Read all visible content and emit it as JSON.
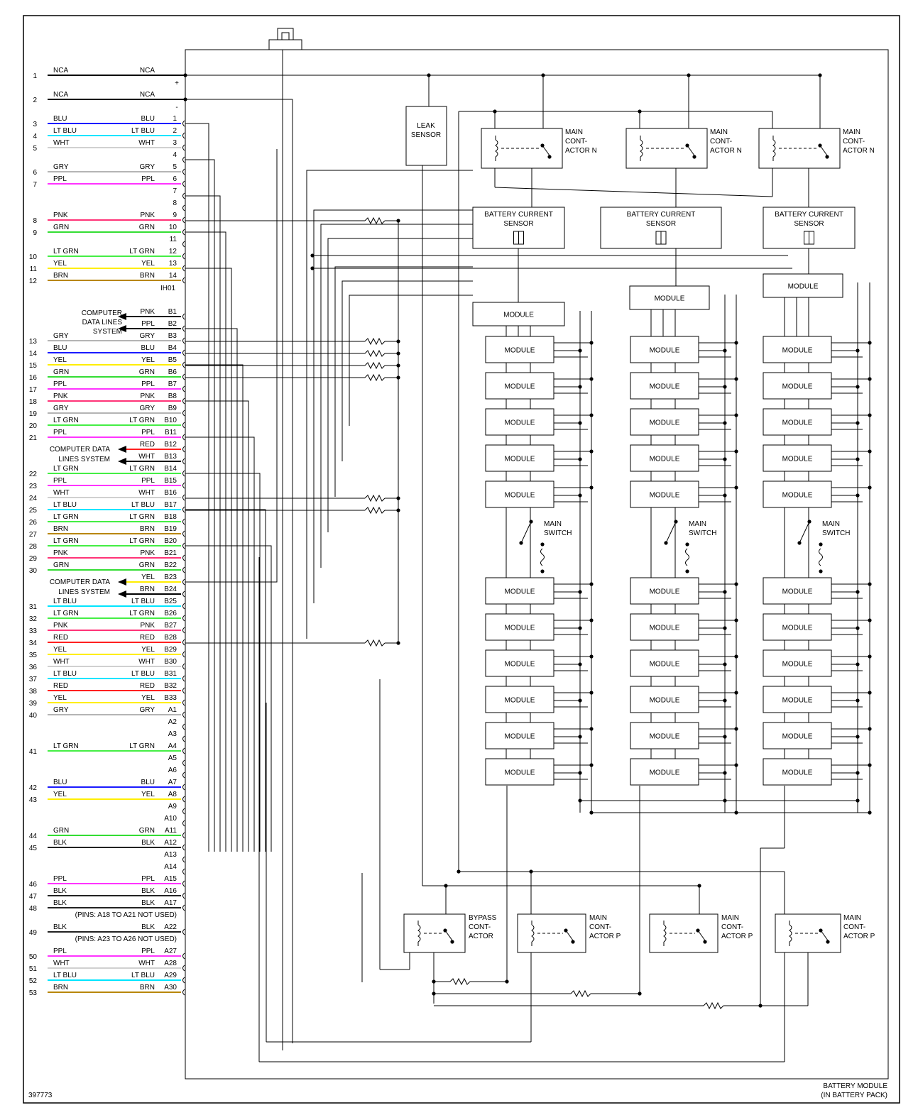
{
  "figure_id": "397773",
  "battery_label": [
    "BATTERY MODULE",
    "(IN BATTERY PACK)"
  ],
  "top_pins": [
    {
      "num": "1",
      "left": "NCA",
      "right": "NCA",
      "sign": "+",
      "color": "#000000"
    },
    {
      "num": "2",
      "left": "NCA",
      "right": "NCA",
      "sign": "-",
      "color": "#000000"
    }
  ],
  "header_connector": "IH01",
  "upper_rows": [
    {
      "num": "3",
      "left": "BLU",
      "right": "BLU",
      "pin": "1",
      "color": "#1a1aff"
    },
    {
      "num": "4",
      "left": "LT BLU",
      "right": "LT BLU",
      "pin": "2",
      "color": "#00e5ff"
    },
    {
      "num": "5",
      "left": "WHT",
      "right": "WHT",
      "pin": "3",
      "color": "#d0d0d0"
    },
    {
      "num": "",
      "left": "",
      "right": "",
      "pin": "4",
      "color": ""
    },
    {
      "num": "6",
      "left": "GRY",
      "right": "GRY",
      "pin": "5",
      "color": "#b4b4b4"
    },
    {
      "num": "7",
      "left": "PPL",
      "right": "PPL",
      "pin": "6",
      "color": "#ff33ff"
    },
    {
      "num": "",
      "left": "",
      "right": "",
      "pin": "7",
      "color": ""
    },
    {
      "num": "",
      "left": "",
      "right": "",
      "pin": "8",
      "color": ""
    },
    {
      "num": "8",
      "left": "PNK",
      "right": "PNK",
      "pin": "9",
      "color": "#ff3377"
    },
    {
      "num": "9",
      "left": "GRN",
      "right": "GRN",
      "pin": "10",
      "color": "#33dd33"
    },
    {
      "num": "",
      "left": "",
      "right": "",
      "pin": "11",
      "color": ""
    },
    {
      "num": "10",
      "left": "LT GRN",
      "right": "LT GRN",
      "pin": "12",
      "color": "#44ee44"
    },
    {
      "num": "11",
      "left": "YEL",
      "right": "YEL",
      "pin": "13",
      "color": "#ffee00"
    },
    {
      "num": "12",
      "left": "BRN",
      "right": "BRN",
      "pin": "14",
      "color": "#b8860b"
    }
  ],
  "lower_rows": [
    {
      "num": "",
      "left": "",
      "right": "PNK",
      "pin": "B1",
      "color": ""
    },
    {
      "num": "",
      "left": "",
      "right": "PPL",
      "pin": "B2",
      "color": ""
    },
    {
      "num": "13",
      "left": "GRY",
      "right": "GRY",
      "pin": "B3",
      "color": "#b4b4b4"
    },
    {
      "num": "14",
      "left": "BLU",
      "right": "BLU",
      "pin": "B4",
      "color": "#1a1aff"
    },
    {
      "num": "15",
      "left": "YEL",
      "right": "YEL",
      "pin": "B5",
      "color": "#ffee00"
    },
    {
      "num": "16",
      "left": "GRN",
      "right": "GRN",
      "pin": "B6",
      "color": "#33dd33"
    },
    {
      "num": "17",
      "left": "PPL",
      "right": "PPL",
      "pin": "B7",
      "color": "#ff33ff"
    },
    {
      "num": "18",
      "left": "PNK",
      "right": "PNK",
      "pin": "B8",
      "color": "#ff3377"
    },
    {
      "num": "19",
      "left": "GRY",
      "right": "GRY",
      "pin": "B9",
      "color": "#b4b4b4"
    },
    {
      "num": "20",
      "left": "LT GRN",
      "right": "LT GRN",
      "pin": "B10",
      "color": "#44ee44"
    },
    {
      "num": "21",
      "left": "PPL",
      "right": "PPL",
      "pin": "B11",
      "color": "#ff33ff"
    },
    {
      "num": "",
      "left": "",
      "right": "RED",
      "pin": "B12",
      "color": ""
    },
    {
      "num": "",
      "left": "",
      "right": "WHT",
      "pin": "B13",
      "color": ""
    },
    {
      "num": "22",
      "left": "LT GRN",
      "right": "LT GRN",
      "pin": "B14",
      "color": "#44ee44"
    },
    {
      "num": "23",
      "left": "PPL",
      "right": "PPL",
      "pin": "B15",
      "color": "#ff33ff"
    },
    {
      "num": "24",
      "left": "WHT",
      "right": "WHT",
      "pin": "B16",
      "color": "#d0d0d0"
    },
    {
      "num": "25",
      "left": "LT BLU",
      "right": "LT BLU",
      "pin": "B17",
      "color": "#00e5ff"
    },
    {
      "num": "26",
      "left": "LT GRN",
      "right": "LT GRN",
      "pin": "B18",
      "color": "#44ee44"
    },
    {
      "num": "27",
      "left": "BRN",
      "right": "BRN",
      "pin": "B19",
      "color": "#b8860b"
    },
    {
      "num": "28",
      "left": "LT GRN",
      "right": "LT GRN",
      "pin": "B20",
      "color": "#44ee44"
    },
    {
      "num": "29",
      "left": "PNK",
      "right": "PNK",
      "pin": "B21",
      "color": "#ff3377"
    },
    {
      "num": "30",
      "left": "GRN",
      "right": "GRN",
      "pin": "B22",
      "color": "#33dd33"
    },
    {
      "num": "",
      "left": "",
      "right": "YEL",
      "pin": "B23",
      "color": ""
    },
    {
      "num": "",
      "left": "",
      "right": "BRN",
      "pin": "B24",
      "color": ""
    },
    {
      "num": "31",
      "left": "LT BLU",
      "right": "LT BLU",
      "pin": "B25",
      "color": "#00e5ff"
    },
    {
      "num": "32",
      "left": "LT GRN",
      "right": "LT GRN",
      "pin": "B26",
      "color": "#44ee44"
    },
    {
      "num": "33",
      "left": "PNK",
      "right": "PNK",
      "pin": "B27",
      "color": "#ff3377"
    },
    {
      "num": "34",
      "left": "RED",
      "right": "RED",
      "pin": "B28",
      "color": "#ff2020"
    },
    {
      "num": "35",
      "left": "YEL",
      "right": "YEL",
      "pin": "B29",
      "color": "#ffee00"
    },
    {
      "num": "36",
      "left": "WHT",
      "right": "WHT",
      "pin": "B30",
      "color": "#d0d0d0"
    },
    {
      "num": "37",
      "left": "LT BLU",
      "right": "LT BLU",
      "pin": "B31",
      "color": "#00e5ff"
    },
    {
      "num": "38",
      "left": "RED",
      "right": "RED",
      "pin": "B32",
      "color": "#ff2020"
    },
    {
      "num": "39",
      "left": "YEL",
      "right": "YEL",
      "pin": "B33",
      "color": "#ffee00"
    },
    {
      "num": "40",
      "left": "GRY",
      "right": "GRY",
      "pin": "A1",
      "color": "#b4b4b4"
    },
    {
      "num": "",
      "left": "",
      "right": "",
      "pin": "A2",
      "color": ""
    },
    {
      "num": "",
      "left": "",
      "right": "",
      "pin": "A3",
      "color": ""
    },
    {
      "num": "41",
      "left": "LT GRN",
      "right": "LT GRN",
      "pin": "A4",
      "color": "#44ee44"
    },
    {
      "num": "",
      "left": "",
      "right": "",
      "pin": "A5",
      "color": ""
    },
    {
      "num": "",
      "left": "",
      "right": "",
      "pin": "A6",
      "color": ""
    },
    {
      "num": "42",
      "left": "BLU",
      "right": "BLU",
      "pin": "A7",
      "color": "#1a1aff"
    },
    {
      "num": "43",
      "left": "YEL",
      "right": "YEL",
      "pin": "A8",
      "color": "#ffee00"
    },
    {
      "num": "",
      "left": "",
      "right": "",
      "pin": "A9",
      "color": ""
    },
    {
      "num": "",
      "left": "",
      "right": "",
      "pin": "A10",
      "color": ""
    },
    {
      "num": "44",
      "left": "GRN",
      "right": "GRN",
      "pin": "A11",
      "color": "#33dd33"
    },
    {
      "num": "45",
      "left": "BLK",
      "right": "BLK",
      "pin": "A12",
      "color": "#222222"
    },
    {
      "num": "",
      "left": "",
      "right": "",
      "pin": "A13",
      "color": ""
    },
    {
      "num": "",
      "left": "",
      "right": "",
      "pin": "A14",
      "color": ""
    },
    {
      "num": "46",
      "left": "PPL",
      "right": "PPL",
      "pin": "A15",
      "color": "#ff33ff"
    },
    {
      "num": "47",
      "left": "BLK",
      "right": "BLK",
      "pin": "A16",
      "color": "#222222"
    },
    {
      "num": "48",
      "left": "BLK",
      "right": "BLK",
      "pin": "A17",
      "color": "#222222"
    },
    {
      "num": "",
      "left": "",
      "right": "(PINS: A18 TO A21 NOT USED)",
      "pin": "",
      "color": "",
      "note": true
    },
    {
      "num": "49",
      "left": "BLK",
      "right": "BLK",
      "pin": "A22",
      "color": "#222222"
    },
    {
      "num": "",
      "left": "",
      "right": "(PINS: A23 TO A26 NOT USED)",
      "pin": "",
      "color": "",
      "note": true
    },
    {
      "num": "50",
      "left": "PPL",
      "right": "PPL",
      "pin": "A27",
      "color": "#ff33ff"
    },
    {
      "num": "51",
      "left": "WHT",
      "right": "WHT",
      "pin": "A28",
      "color": "#d0d0d0"
    },
    {
      "num": "52",
      "left": "LT BLU",
      "right": "LT BLU",
      "pin": "A29",
      "color": "#00e5ff"
    },
    {
      "num": "53",
      "left": "BRN",
      "right": "BRN",
      "pin": "A30",
      "color": "#b8860b"
    }
  ],
  "external_labels": [
    {
      "lines": [
        "COMPUTER",
        "DATA LINES",
        "SYSTEM"
      ],
      "pins": [
        "B1",
        "B2"
      ],
      "arrow_colors": [
        "#000000",
        "#000000"
      ]
    },
    {
      "lines": [
        "COMPUTER DATA",
        "LINES SYSTEM"
      ],
      "pins": [
        "B12",
        "B13"
      ],
      "arrow_colors": [
        "#ff2020",
        "#000000"
      ]
    },
    {
      "lines": [
        "COMPUTER DATA",
        "LINES SYSTEM"
      ],
      "pins": [
        "B23",
        "B24"
      ],
      "arrow_colors": [
        "#ffee00",
        "#000000"
      ]
    }
  ],
  "components": {
    "leak_sensor": [
      "LEAK",
      "SENSOR"
    ],
    "main_contactor_n": [
      "MAIN",
      "CONT-",
      "ACTOR N"
    ],
    "battery_current_sensor": [
      "BATTERY CURRENT",
      "SENSOR"
    ],
    "module": "MODULE",
    "main_switch": [
      "MAIN",
      "SWITCH"
    ],
    "bypass_contactor": [
      "BYPASS",
      "CONT-",
      "ACTOR"
    ],
    "main_contactor_p": [
      "MAIN",
      "CONT-",
      "ACTOR P"
    ]
  }
}
